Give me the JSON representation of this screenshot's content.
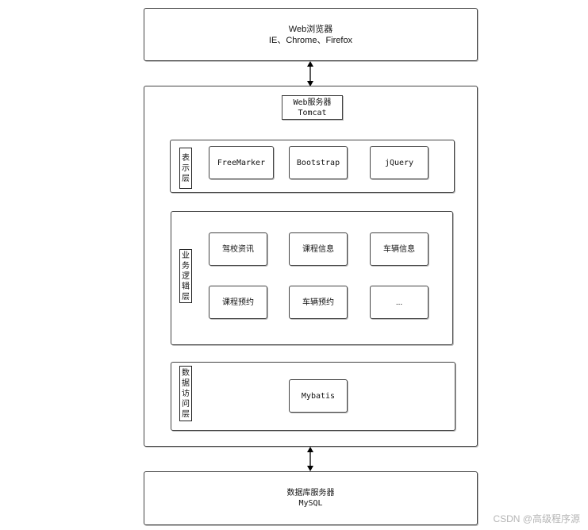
{
  "browser": {
    "title": "Web浏览器",
    "subtitle": "IE、Chrome、Firefox"
  },
  "web_server": {
    "title": "Web服务器",
    "subtitle": "Tomcat"
  },
  "presentation_layer": {
    "label": "表示层",
    "components": [
      "FreeMarker",
      "Bootstrap",
      "jQuery"
    ]
  },
  "business_layer": {
    "label": "业务逻辑层",
    "components": [
      "驾校资讯",
      "课程信息",
      "车辆信息",
      "课程预约",
      "车辆预约",
      "..."
    ]
  },
  "data_access_layer": {
    "label": "数据访问层",
    "components": [
      "Mybatis"
    ]
  },
  "db_server": {
    "title": "数据库服务器",
    "subtitle": "MySQL"
  },
  "watermark": "CSDN @高级程序源"
}
